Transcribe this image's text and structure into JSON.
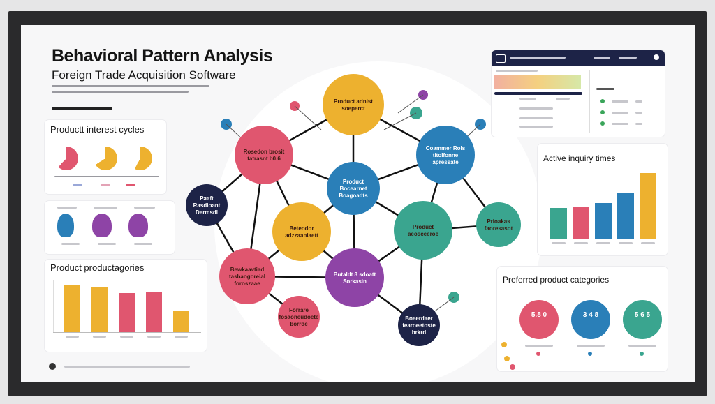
{
  "header": {
    "title": "Behavioral Pattern Analysis",
    "subtitle": "Foreign Trade Acquisition Software"
  },
  "panels": {
    "interest_cycles": {
      "title": "Productt interest cycles"
    },
    "categories_left": {
      "title": "Product productagories"
    },
    "inquiry": {
      "title": "Active inquiry times"
    },
    "preferred": {
      "title": "Preferred product categories",
      "circles": [
        {
          "value": "5.8 0",
          "color": "#e0566f"
        },
        {
          "value": "3 4 8",
          "color": "#2a7fb8"
        },
        {
          "value": "5 6 5",
          "color": "#3aa58f"
        }
      ]
    },
    "dashboard": {
      "title": "Dashboard"
    }
  },
  "network": {
    "nodes": [
      {
        "id": "top",
        "label_lines": [
          "Product adnist",
          "soeperct"
        ],
        "color": "#edb12f"
      },
      {
        "id": "left",
        "label_lines": [
          "Rosedon brosit",
          "tatrasnt b0.6"
        ],
        "color": "#e0566f"
      },
      {
        "id": "right-top",
        "label_lines": [
          "Coammer Rols",
          "titolfonne",
          "apressate"
        ],
        "color": "#2a7fb8"
      },
      {
        "id": "center",
        "label_lines": [
          "Product",
          "Bocearnet",
          "Boagoadts"
        ],
        "color": "#2a7fb8"
      },
      {
        "id": "dark-left",
        "label_lines": [
          "Paaft",
          "Rasdioant",
          "Dermsdl"
        ],
        "color": "#1d2347"
      },
      {
        "id": "orange",
        "label_lines": [
          "Beteodor",
          "adzzaaniaett"
        ],
        "color": "#edb12f"
      },
      {
        "id": "teal",
        "label_lines": [
          "Product",
          "aeosceeroe"
        ],
        "color": "#3aa58f"
      },
      {
        "id": "teal-right",
        "label_lines": [
          "Prioakas",
          "faoresasot"
        ],
        "color": "#3aa58f"
      },
      {
        "id": "bottom-left",
        "label_lines": [
          "Bewkaavtiad",
          "tasbaogoreial",
          "foroszaae"
        ],
        "color": "#e0566f"
      },
      {
        "id": "purple",
        "label_lines": [
          "Butaldt 8 sdoatt",
          "Sorkasin"
        ],
        "color": "#8e44a6"
      },
      {
        "id": "small-bottom",
        "label_lines": [
          "Forrare",
          "fosaoneudoete",
          "borrde"
        ],
        "color": "#e0566f"
      },
      {
        "id": "dark-bottom",
        "label_lines": [
          "Boeerdaer",
          "fearoeetoste",
          "brkrd"
        ],
        "color": "#1d2347"
      }
    ]
  },
  "chart_data": [
    {
      "type": "bar",
      "title": "Active inquiry times",
      "categories": [
        "",
        "",
        "",
        "",
        ""
      ],
      "values": [
        48,
        49,
        56,
        71,
        103
      ],
      "colors": [
        "#3aa58f",
        "#e0566f",
        "#2a7fb8",
        "#2a7fb8",
        "#edb12f"
      ],
      "ylim": [
        0,
        110
      ]
    },
    {
      "type": "bar",
      "title": "Product productagories",
      "categories": [
        "",
        "",
        "",
        "",
        ""
      ],
      "values": [
        90,
        88,
        76,
        78,
        42
      ],
      "colors": [
        "#edb12f",
        "#edb12f",
        "#e0566f",
        "#e0566f",
        "#edb12f"
      ],
      "ylim": [
        0,
        100
      ]
    }
  ]
}
